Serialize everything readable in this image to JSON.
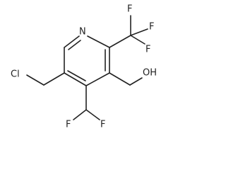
{
  "molecule": {
    "atoms": {
      "ring_nitrogen": "N",
      "cf3_fluorine_top": "F",
      "cf3_fluorine_right": "F",
      "cf3_fluorine_bottom": "F",
      "hydroxyl": "OH",
      "chloromethyl_chlorine": "Cl",
      "difluoromethyl_fluorine_left": "F",
      "difluoromethyl_fluorine_right": "F"
    }
  }
}
